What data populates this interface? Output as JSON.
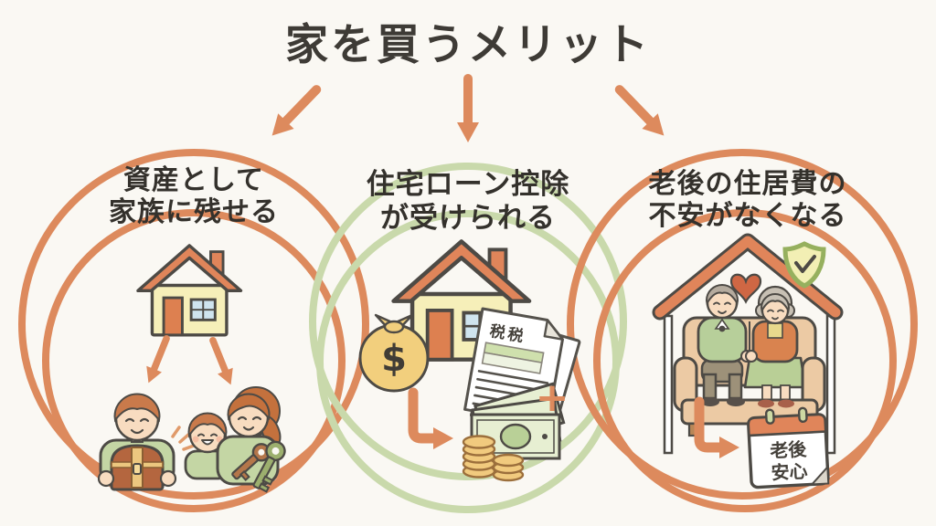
{
  "title": "家を買うメリット",
  "colors": {
    "background": "#faf8f3",
    "accent_orange": "#dd8a5d",
    "accent_green": "#c9d9ab",
    "title_text": "#3e3b36",
    "heading_text": "#34312c",
    "outline_dark": "#4d4a45"
  },
  "groups": [
    {
      "id": "asset",
      "heading_line1": "資産として",
      "heading_line2": "家族に残せる",
      "ring_color": "#dd8a5d",
      "illustration": "house handed down to family of three with treasure chest and keys"
    },
    {
      "id": "loan-deduction",
      "heading_line1": "住宅ローン控除",
      "heading_line2": "が受けられる",
      "ring_color": "#c9d9ab",
      "document_label": "税税",
      "dollar_sign": "$",
      "plus_sign": "+",
      "illustration": "house with money bag and tax documents leading to cash and coins"
    },
    {
      "id": "retirement",
      "heading_line1": "老後の住居費の",
      "heading_line2": "不安がなくなる",
      "ring_color": "#dd8a5d",
      "calendar_line1": "老後",
      "calendar_line2": "安心",
      "illustration": "elderly couple on sofa under protected roof leading to calendar"
    }
  ]
}
